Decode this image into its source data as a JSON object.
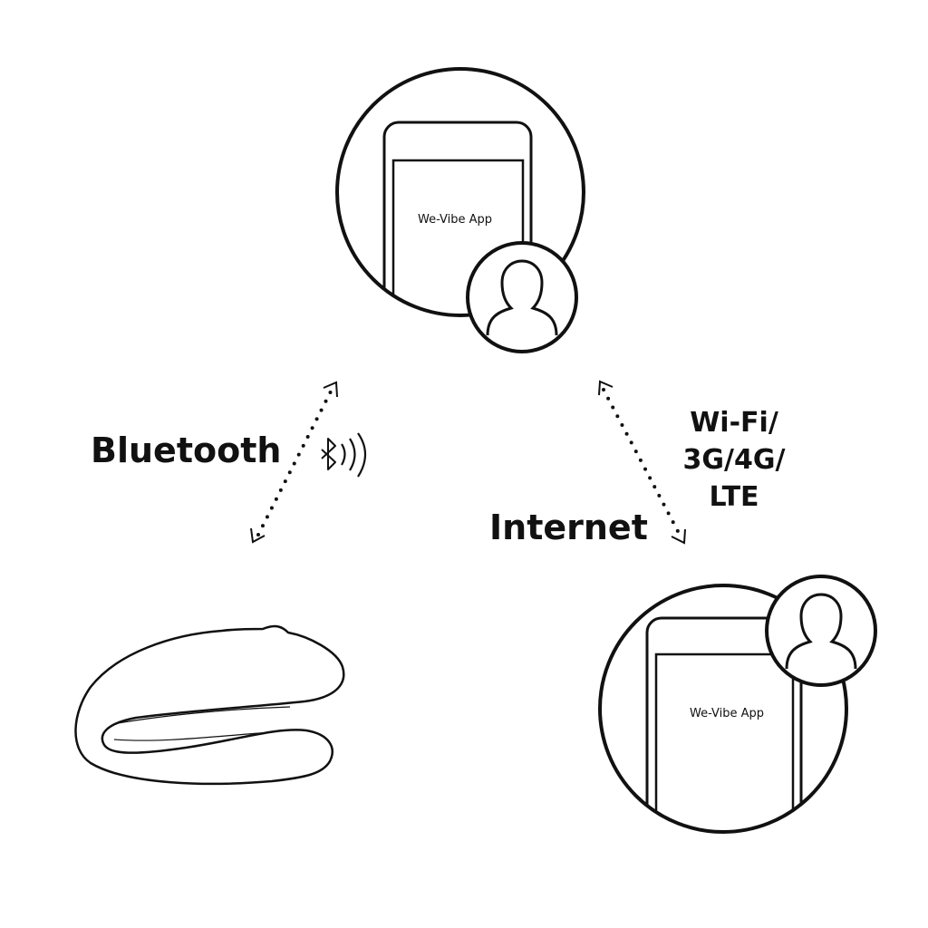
{
  "diagram": {
    "top_device": {
      "app_label": "We-Vibe App"
    },
    "bottom_device": {
      "app_label": "We-Vibe App"
    },
    "bluetooth": {
      "label": "Bluetooth",
      "icon": "bluetooth-signal-icon"
    },
    "internet": {
      "label": "Internet",
      "types": [
        "Wi-Fi/",
        "3G/4G/",
        "LTE"
      ]
    },
    "icons": [
      "smartphone-icon",
      "user-icon",
      "vibrator-device-icon",
      "double-arrow-icon"
    ],
    "colors": {
      "ink": "#111111",
      "background": "#ffffff"
    }
  }
}
